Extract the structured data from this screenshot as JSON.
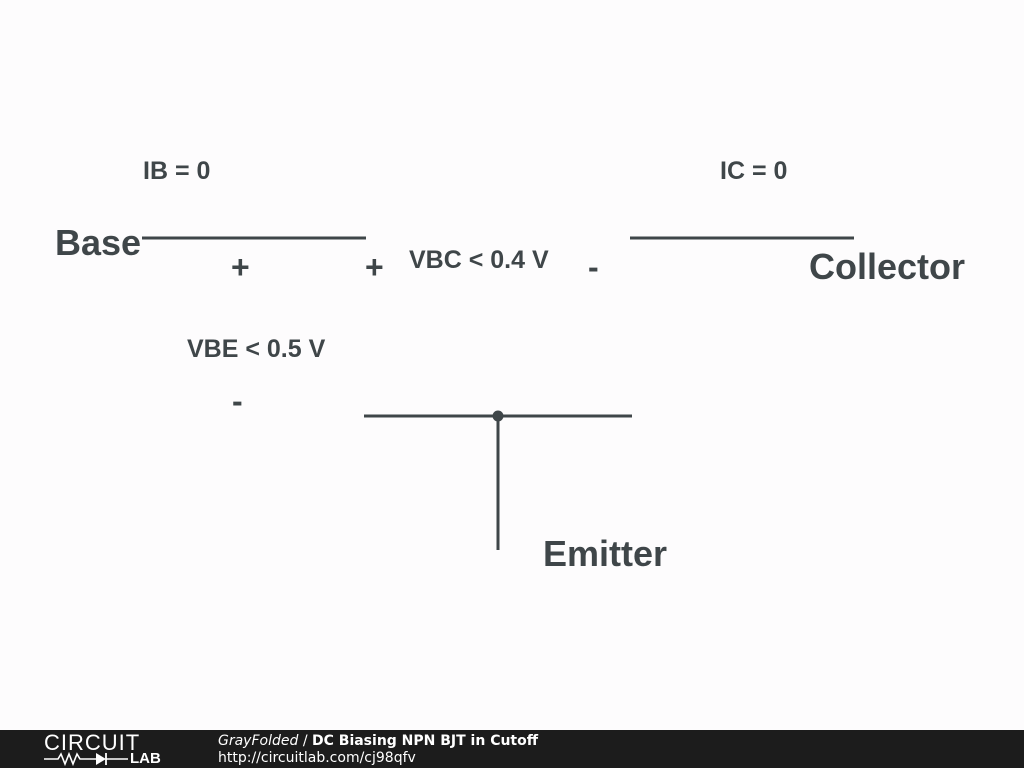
{
  "diagram": {
    "labels": {
      "base": "Base",
      "collector": "Collector",
      "emitter": "Emitter",
      "ib": "IB = 0",
      "ic": "IC = 0",
      "vbc": "VBC < 0.4 V",
      "vbe": "VBE < 0.5 V",
      "plus_base_left": "+",
      "plus_base_right": "+",
      "minus_collector": "-",
      "minus_emitter": "-"
    },
    "colors": {
      "ink": "#3f4649",
      "background": "#fdfcfd"
    }
  },
  "footer": {
    "logo_top": "CIRCUIT",
    "logo_bottom": "LAB",
    "author": "GrayFolded",
    "separator": " / ",
    "title": "DC Biasing NPN BJT in Cutoff",
    "url": "http://circuitlab.com/cj98qfv",
    "background": "#1c1c1c"
  }
}
